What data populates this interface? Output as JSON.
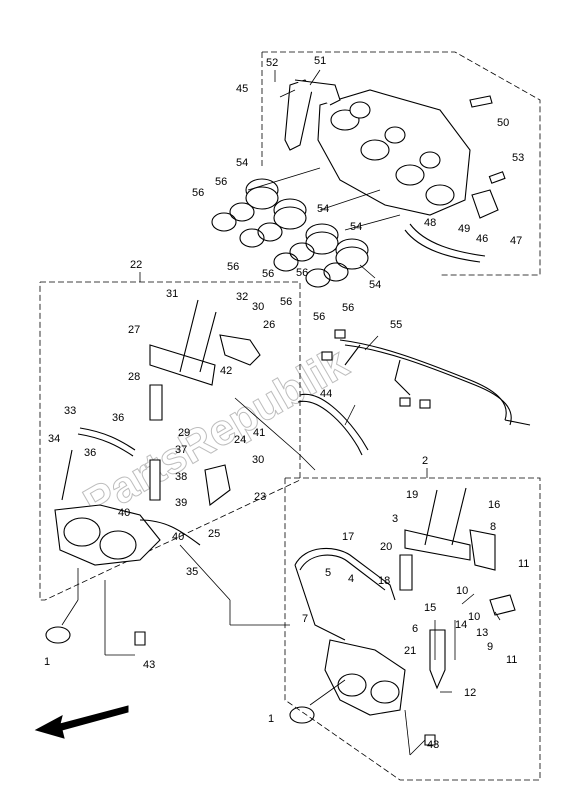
{
  "watermark": "PartsRepublik",
  "labels": [
    "1",
    "1",
    "2",
    "3",
    "4",
    "5",
    "6",
    "7",
    "8",
    "9",
    "10",
    "10",
    "11",
    "11",
    "12",
    "13",
    "14",
    "15",
    "16",
    "17",
    "18",
    "19",
    "20",
    "21",
    "22",
    "23",
    "24",
    "25",
    "26",
    "27",
    "28",
    "29",
    "30",
    "30",
    "31",
    "32",
    "33",
    "34",
    "35",
    "36",
    "36",
    "37",
    "38",
    "39",
    "40",
    "40",
    "41",
    "42",
    "43",
    "43",
    "44",
    "45",
    "46",
    "47",
    "48",
    "49",
    "50",
    "51",
    "52",
    "53",
    "54",
    "54",
    "54",
    "54",
    "55",
    "56",
    "56",
    "56",
    "56",
    "56",
    "56",
    "56",
    "56"
  ]
}
